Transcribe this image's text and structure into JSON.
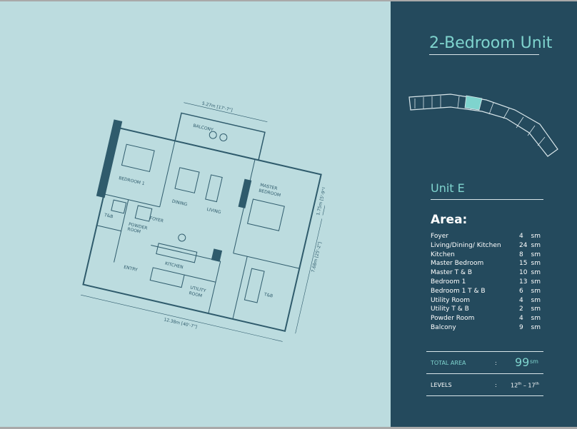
{
  "panel": {
    "title": "2-Bedroom Unit",
    "unit": "Unit E",
    "area_heading": "Area:",
    "areas": [
      {
        "name": "Foyer",
        "value": "4",
        "unit": "sm"
      },
      {
        "name": "Living/Dining/ Kitchen",
        "value": "24",
        "unit": "sm"
      },
      {
        "name": "Kitchen",
        "value": "8",
        "unit": "sm"
      },
      {
        "name": "Master Bedroom",
        "value": "15",
        "unit": "sm"
      },
      {
        "name": "Master T & B",
        "value": "10",
        "unit": "sm"
      },
      {
        "name": "Bedroom 1",
        "value": "13",
        "unit": "sm"
      },
      {
        "name": "Bedroom 1 T & B",
        "value": "6",
        "unit": "sm"
      },
      {
        "name": "Utility Room",
        "value": "4",
        "unit": "sm"
      },
      {
        "name": "Utility T & B",
        "value": "2",
        "unit": "sm"
      },
      {
        "name": "Powder Room",
        "value": "4",
        "unit": "sm"
      },
      {
        "name": "Balcony",
        "value": "9",
        "unit": "sm"
      }
    ],
    "total_label": "TOTAL AREA",
    "total_value": "99",
    "total_unit": "sm",
    "levels_label": "LEVELS",
    "levels_from": "12",
    "levels_to": "17",
    "levels_suffix": "th",
    "levels_dash": "–",
    "colon": ":"
  },
  "plan": {
    "rooms": {
      "balcony": "BALCONY",
      "bedroom1": "BEDROOM 1",
      "dining": "DINING",
      "living": "LIVING",
      "master1": "MASTER",
      "master2": "BEDROOM",
      "tb_left": "T&B",
      "powder1": "POWDER",
      "powder2": "ROOM",
      "foyer": "FOYER",
      "kitchen": "KITCHEN",
      "utility1": "UTILITY",
      "utility2": "ROOM",
      "tb_right": "T&B",
      "entry": "ENTRY"
    },
    "dims": {
      "top": "5.27m [17'-7\"]",
      "bottom": "12.38m [40'-7\"]",
      "right_upper": "1.75m [5'-9\"]",
      "right_lower": "7.68m [25'-2\"]"
    }
  },
  "colors": {
    "panel_bg": "#244a5d",
    "page_bg": "#bcdcdf",
    "accent": "#7fd4ce",
    "plan_line": "#2f5b6c"
  }
}
